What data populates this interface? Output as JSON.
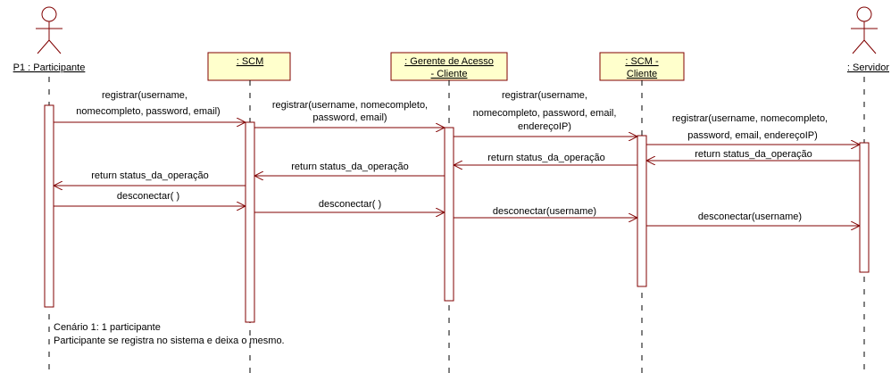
{
  "diagram": {
    "participants": [
      {
        "id": "p1",
        "kind": "actor",
        "name": "P1 : Participante"
      },
      {
        "id": "scm",
        "kind": "object",
        "name_lines": [
          ": SCM"
        ]
      },
      {
        "id": "gerente",
        "kind": "object",
        "name_lines": [
          ": Gerente de Acesso",
          "- Cliente"
        ]
      },
      {
        "id": "scmcli",
        "kind": "object",
        "name_lines": [
          ": SCM -",
          "Cliente"
        ]
      },
      {
        "id": "servidor",
        "kind": "actor",
        "name": ": Servidor"
      }
    ],
    "messages": [
      {
        "from": "p1",
        "to": "scm",
        "type": "call",
        "label_lines": [
          "registrar(username,",
          "nomecompleto, password, email)"
        ]
      },
      {
        "from": "scm",
        "to": "gerente",
        "type": "call",
        "label_lines": [
          "registrar(username, nomecompleto,",
          "password, email)"
        ]
      },
      {
        "from": "gerente",
        "to": "scmcli",
        "type": "call",
        "label_lines": [
          "registrar(username,",
          "nomecompleto, password, email,",
          "endereçoIP)"
        ]
      },
      {
        "from": "scmcli",
        "to": "servidor",
        "type": "call",
        "label_lines": [
          "registrar(username, nomecompleto,",
          "password, email, endereçoIP)"
        ]
      },
      {
        "from": "servidor",
        "to": "scmcli",
        "type": "return",
        "label_lines": [
          "return status_da_operação"
        ]
      },
      {
        "from": "scmcli",
        "to": "gerente",
        "type": "return",
        "label_lines": [
          "return status_da_operação"
        ]
      },
      {
        "from": "gerente",
        "to": "scm",
        "type": "return",
        "label_lines": [
          "return status_da_operação"
        ]
      },
      {
        "from": "scm",
        "to": "p1",
        "type": "return",
        "label_lines": [
          "return status_da_operação"
        ]
      },
      {
        "from": "p1",
        "to": "scm",
        "type": "call",
        "label_lines": [
          "desconectar( )"
        ]
      },
      {
        "from": "scm",
        "to": "gerente",
        "type": "call",
        "label_lines": [
          "desconectar( )"
        ]
      },
      {
        "from": "gerente",
        "to": "scmcli",
        "type": "call",
        "label_lines": [
          "desconectar(username)"
        ]
      },
      {
        "from": "scmcli",
        "to": "servidor",
        "type": "call",
        "label_lines": [
          "desconectar(username)"
        ]
      }
    ],
    "note_lines": [
      "Cenário 1: 1 participante",
      "Participante se registra no sistema e deixa o mesmo."
    ]
  },
  "colors": {
    "object_fill": "#ffffcc",
    "object_stroke": "#800000",
    "line": "#800000",
    "lifeline": "#000000",
    "text": "#000000"
  }
}
